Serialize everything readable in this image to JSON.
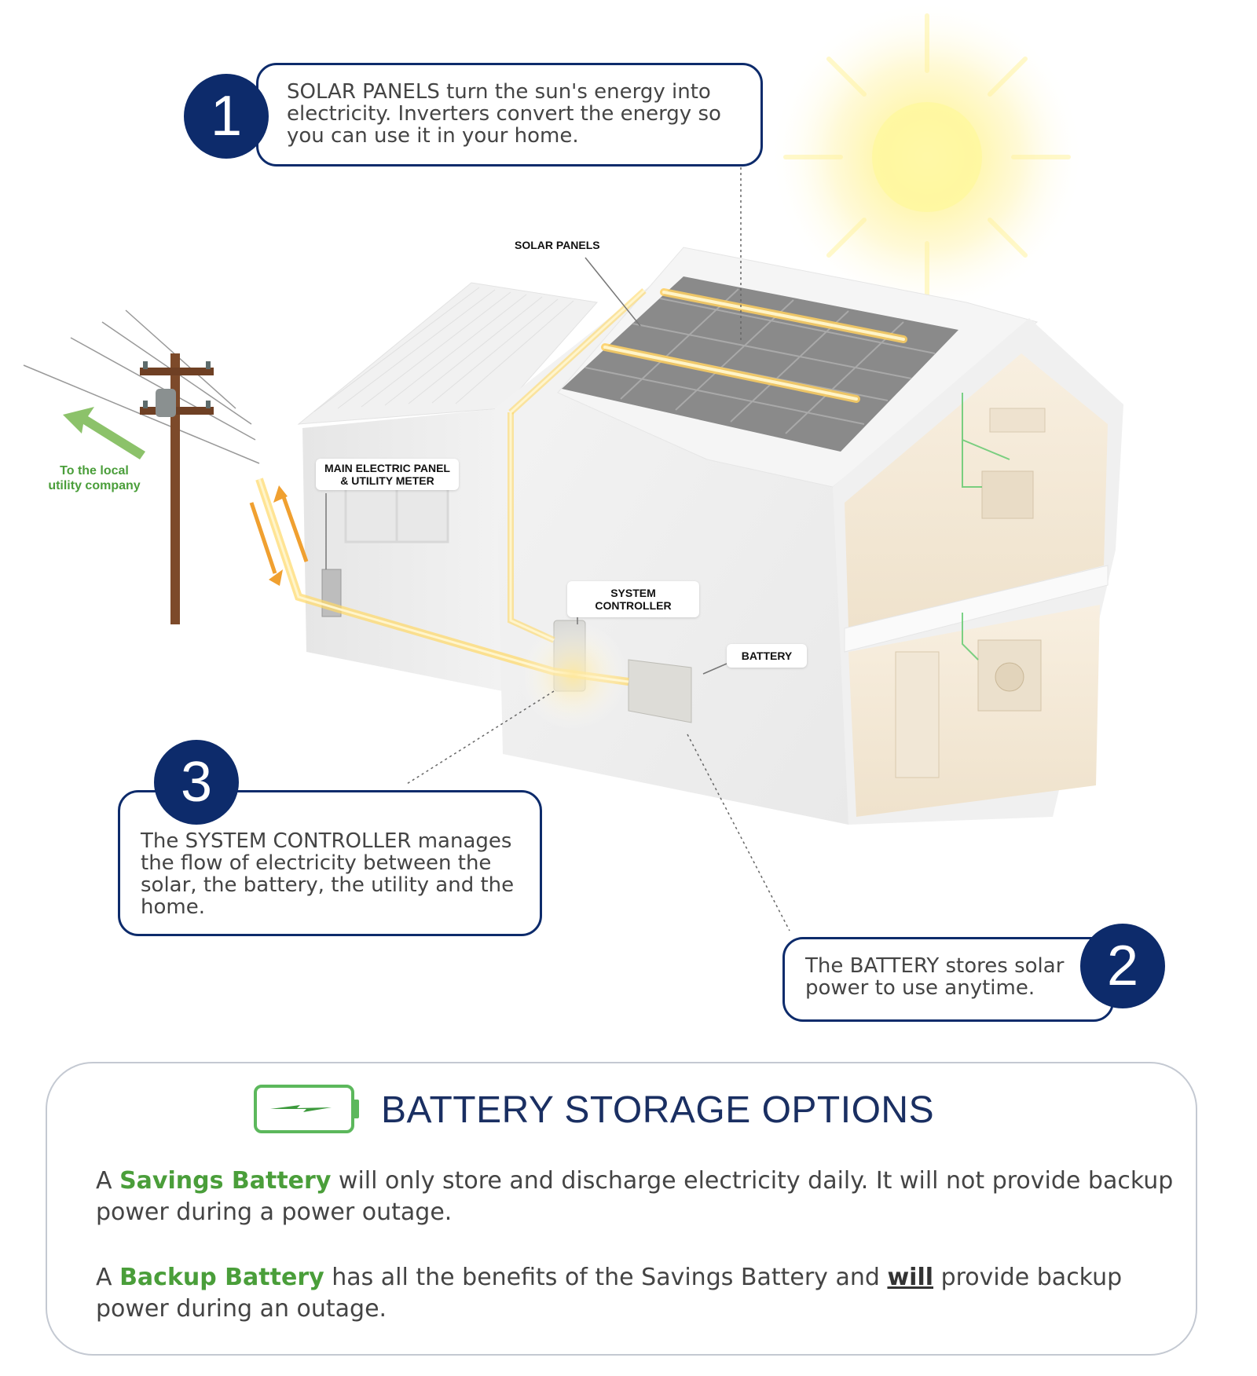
{
  "callouts": {
    "solar": {
      "number": "1",
      "text": "SOLAR PANELS turn the sun's energy into electricity. Inverters convert the energy so you can use it in your home."
    },
    "battery": {
      "number": "2",
      "text": "The BATTERY stores solar power to use anytime."
    },
    "controller": {
      "number": "3",
      "text": "The SYSTEM CONTROLLER manages the flow of electricity between the solar, the battery, the utility and the home."
    }
  },
  "labels": {
    "solar_panels": "SOLAR PANELS",
    "main_panel_line1": "MAIN ELECTRIC PANEL",
    "main_panel_line2": "& UTILITY METER",
    "system_controller": "SYSTEM CONTROLLER",
    "battery": "BATTERY",
    "utility_line1": "To the local",
    "utility_line2": "utility company"
  },
  "options": {
    "title": "BATTERY STORAGE OPTIONS",
    "savings": {
      "prefix": "A ",
      "highlight": "Savings Battery",
      "rest": " will only store and discharge electricity daily.  It will not provide backup power during a power outage."
    },
    "backup": {
      "prefix": "A ",
      "highlight": "Backup Battery",
      "middle": " has all the benefits of the Savings Battery and ",
      "emphasis": "will",
      "rest": " provide backup power during an outage."
    }
  },
  "colors": {
    "navy": "#0d2b6b",
    "green": "#4a9e3a",
    "orange": "#f0a030",
    "glow": "#ffd966"
  },
  "icons": {
    "battery": "battery-charging-icon",
    "arrow": "green-arrow-icon"
  }
}
